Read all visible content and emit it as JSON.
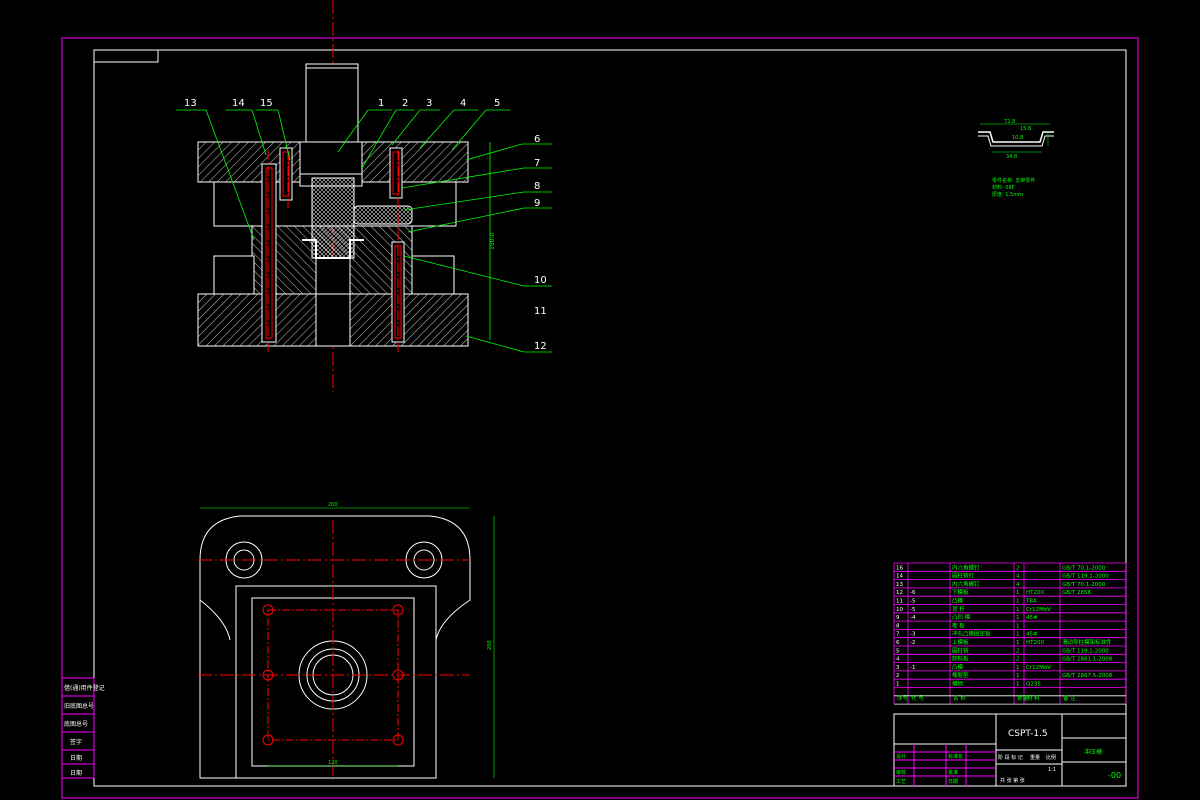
{
  "colors": {
    "background": "#000000",
    "frame": "#ff00ff",
    "lines": "#ffffff",
    "leaders": "#00ff00",
    "centerline": "#ff0000",
    "table": "#ff00ff",
    "table_text": "#00ff00",
    "hatch": "#ffffff"
  },
  "callouts": {
    "top": [
      "13",
      "14",
      "15",
      "1",
      "2",
      "3",
      "4",
      "5"
    ],
    "right": [
      "6",
      "7",
      "8",
      "9",
      "10",
      "11",
      "12"
    ]
  },
  "part_sketch": {
    "dims": [
      "72.8",
      "15.8",
      "10.8",
      "34.8"
    ],
    "notes": [
      "零件名称: 支架零件",
      "材料: 08F",
      "厚度: 1.5mm"
    ]
  },
  "dimensions": {
    "front_height": "150.0",
    "plan_width": "200",
    "plan_height": "200",
    "bolt_spacing": "120"
  },
  "bom": {
    "rows": [
      {
        "no": "16",
        "code": "",
        "name": "内六角螺钉",
        "qty": "2",
        "material": "",
        "note": "GB/T 70.1-2000"
      },
      {
        "no": "14",
        "code": "",
        "name": "圆柱销钉",
        "qty": "4",
        "material": "",
        "note": "GB/T 119.1-2000"
      },
      {
        "no": "13",
        "code": "",
        "name": "内六角螺钉",
        "qty": "4",
        "material": "",
        "note": "GB/T 70.1-2000"
      },
      {
        "no": "12",
        "code": "-6",
        "name": "下模板",
        "qty": "1",
        "material": "HT200",
        "note": "GB/T 2856"
      },
      {
        "no": "11",
        "code": "-5",
        "name": "凸模",
        "qty": "1",
        "material": "T8A",
        "note": ""
      },
      {
        "no": "10",
        "code": "-5",
        "name": "顶 杆",
        "qty": "1",
        "material": "Cr12MoV",
        "note": ""
      },
      {
        "no": "9",
        "code": "-4",
        "name": "凸凹 模",
        "qty": "1",
        "material": "45#",
        "note": ""
      },
      {
        "no": "8",
        "code": "",
        "name": "推 板",
        "qty": "1",
        "material": "",
        "note": ""
      },
      {
        "no": "7",
        "code": "-3",
        "name": "冲孔凸模固定板",
        "qty": "1",
        "material": "45#",
        "note": ""
      },
      {
        "no": "6",
        "code": "-2",
        "name": "上模板",
        "qty": "1",
        "material": "HT200",
        "note": "滑动导柱模架标准件"
      },
      {
        "no": "5",
        "code": "",
        "name": "圆柱销",
        "qty": "2",
        "material": "",
        "note": "GB/T 119.1-2000"
      },
      {
        "no": "4",
        "code": "",
        "name": "卸料板",
        "qty": "2",
        "material": "",
        "note": "GB/T 2861.1-2008"
      },
      {
        "no": "3",
        "code": "-1",
        "name": "凸模",
        "qty": "1",
        "material": "Cr12MoV",
        "note": ""
      },
      {
        "no": "2",
        "code": "",
        "name": "橡胶垫",
        "qty": "1",
        "material": "",
        "note": "GB/T 2867.5-2008"
      },
      {
        "no": "1",
        "code": "",
        "name": "模柄",
        "qty": "1",
        "material": "Q235",
        "note": ""
      }
    ],
    "header": {
      "no": "序号",
      "code": "代 号",
      "name": "名 称",
      "qty": "数量",
      "material": "材 料",
      "note": "备 注"
    }
  },
  "title_block": {
    "drawing_no": "CSPT-1.5",
    "drawing_name": "冲压模",
    "suffix": "-00",
    "labels": [
      "设计",
      "审核",
      "工艺",
      "标准化",
      "批准",
      "日期"
    ],
    "stage_row": [
      "阶 段 标 记",
      "重量",
      "比例"
    ],
    "scale": "1:1",
    "sheet": "共 张 第 张"
  },
  "side_block": {
    "labels": [
      "借(通)用件登记",
      "旧底图总号",
      "底图总号",
      "签字",
      "日期",
      "日期"
    ]
  }
}
